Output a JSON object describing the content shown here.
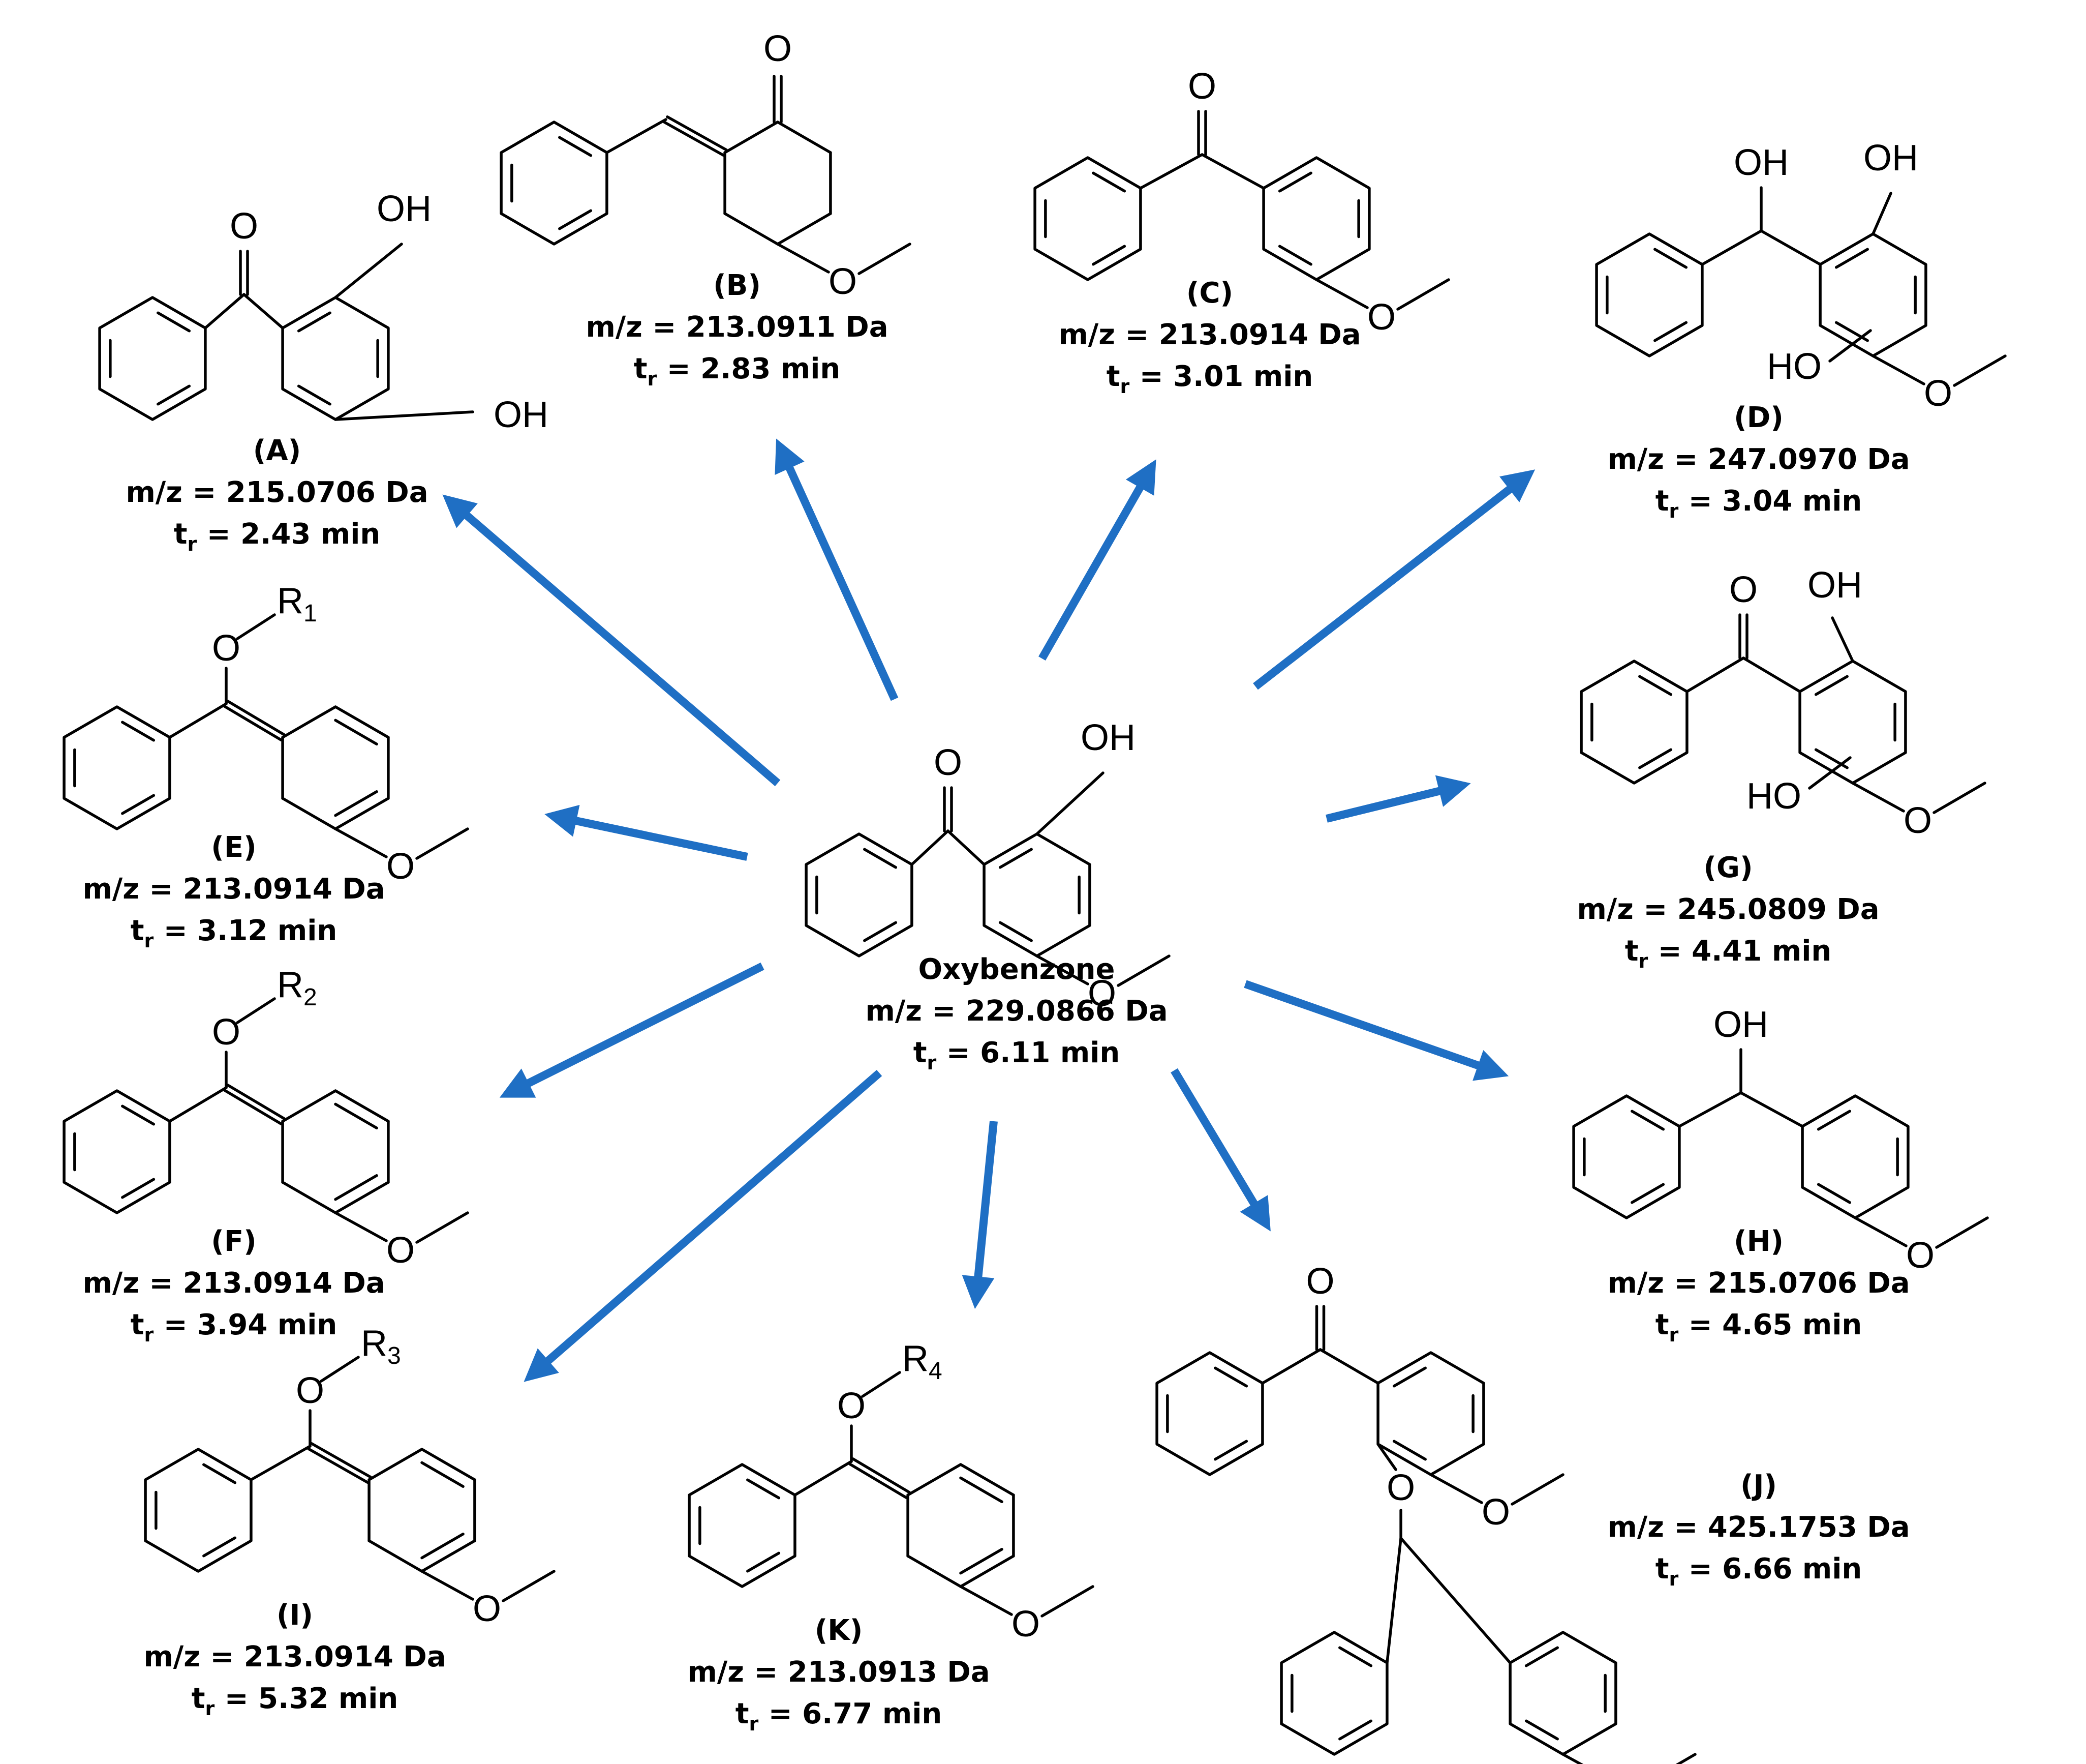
{
  "center": {
    "name": "Oxybenzone",
    "mz": "m/z = 229.0866 Da",
    "tr_value": " = 6.11 min"
  },
  "tr_symbol": "t",
  "tr_sub": "r",
  "products": [
    {
      "id": "A",
      "label": "(A)",
      "mz": "m/z = 215.0706 Da",
      "tr_value": " = 2.43 min"
    },
    {
      "id": "B",
      "label": "(B)",
      "mz": "m/z = 213.0911 Da",
      "tr_value": " = 2.83 min"
    },
    {
      "id": "C",
      "label": "(C)",
      "mz": "m/z = 213.0914 Da",
      "tr_value": " = 3.01 min"
    },
    {
      "id": "D",
      "label": "(D)",
      "mz": "m/z = 247.0970 Da",
      "tr_value": " = 3.04 min"
    },
    {
      "id": "E",
      "label": "(E)",
      "mz": "m/z = 213.0914 Da",
      "tr_value": " = 3.12 min"
    },
    {
      "id": "F",
      "label": "(F)",
      "mz": "m/z = 213.0914 Da",
      "tr_value": " = 3.94 min"
    },
    {
      "id": "G",
      "label": "(G)",
      "mz": "m/z = 245.0809 Da",
      "tr_value": " = 4.41 min"
    },
    {
      "id": "H",
      "label": "(H)",
      "mz": "m/z = 215.0706 Da",
      "tr_value": " = 4.65 min"
    },
    {
      "id": "I",
      "label": "(I)",
      "mz": "m/z = 213.0914 Da",
      "tr_value": " = 5.32 min"
    },
    {
      "id": "J",
      "label": "(J)",
      "mz": "m/z = 425.1753 Da",
      "tr_value": " = 6.66 min"
    },
    {
      "id": "K",
      "label": "(K)",
      "mz": "m/z = 213.0913 Da",
      "tr_value": " = 6.77 min"
    }
  ],
  "atoms": {
    "O": "O",
    "OH": "OH",
    "HO": "HO",
    "R": "R"
  },
  "r_groups": [
    "1",
    "2",
    "3",
    "4"
  ],
  "colors": {
    "arrow": "#1f6fc4",
    "bond": "#000000"
  }
}
